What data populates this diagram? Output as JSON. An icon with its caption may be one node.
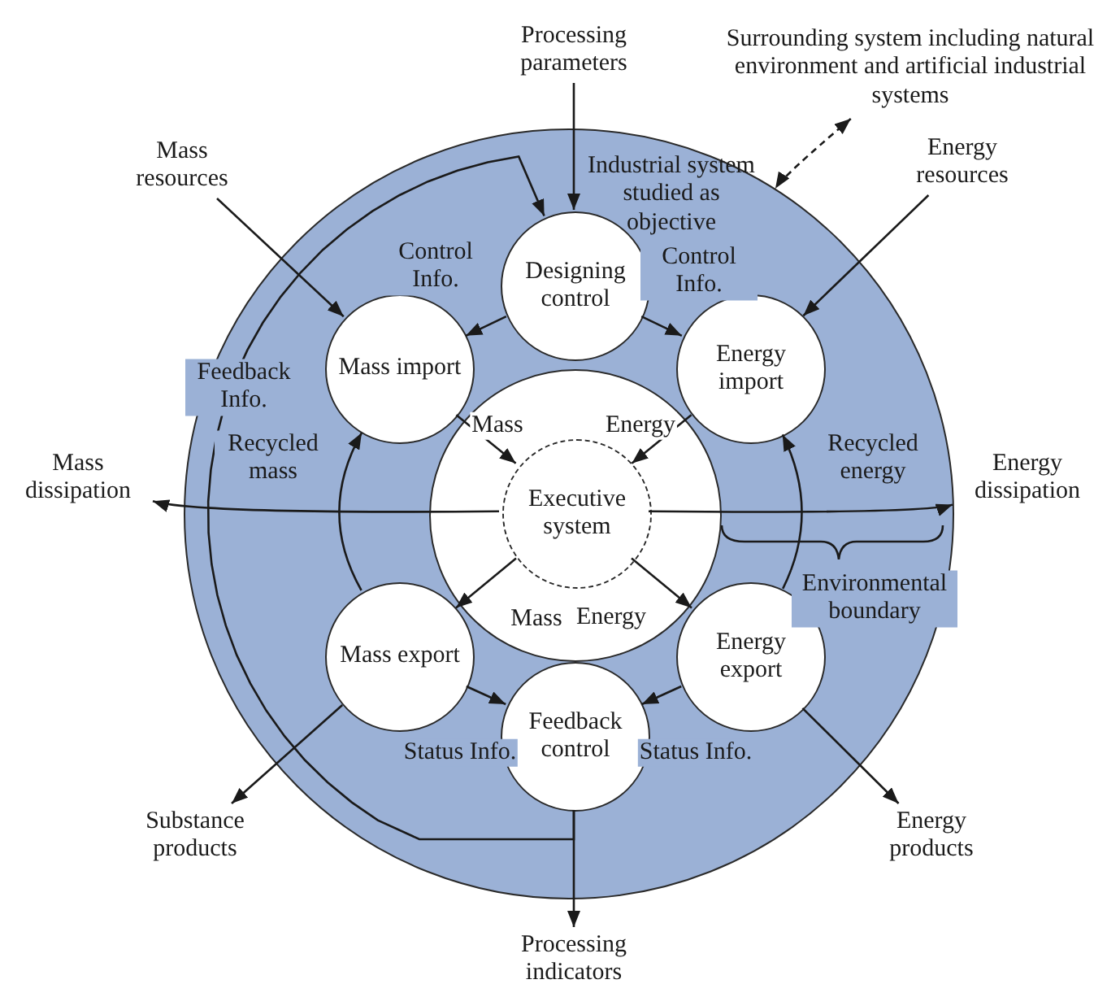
{
  "diagram": {
    "nodes": [
      {
        "text": [
          "Processing parameters"
        ]
      },
      {
        "text": [
          "Surrounding system including natural environment and artificial industrial systems"
        ]
      },
      {
        "text": [
          "Industrial system studied as objective"
        ]
      },
      {
        "text": [
          "Mass resources"
        ]
      },
      {
        "text": [
          "Energy resources"
        ]
      },
      {
        "text": [
          "Designing control"
        ],
        "in": 2
      },
      {
        "text": [
          "Mass import"
        ],
        "in": 2
      },
      {
        "text": [
          "Energy import"
        ],
        "in": 2
      },
      {
        "text": [],
        "shape": "circle",
        "in": 2
      },
      {
        "text": [
          "Executive system"
        ],
        "in": 8
      },
      {
        "text": [
          "Mass export"
        ],
        "in": 2
      },
      {
        "text": [
          "Energy export"
        ],
        "in": 2
      },
      {
        "text": [
          "Feedback control"
        ],
        "in": 2
      },
      {
        "text": [
          "Mass dissipation"
        ]
      },
      {
        "text": [
          "Energy dissipation"
        ]
      },
      {
        "text": [
          "Substance products"
        ]
      },
      {
        "text": [
          "Energy products"
        ]
      },
      {
        "text": [
          "Processing indicators"
        ]
      }
    ],
    "edges": [
      {
        "from": 0,
        "to": 5,
        "arrow": "to"
      },
      {
        "from": 1,
        "to": 2,
        "arrow": "both",
        "style": "dashed"
      },
      {
        "from": 3,
        "to": 6,
        "arrow": "to"
      },
      {
        "from": 4,
        "to": 7,
        "arrow": "to"
      },
      {
        "from": 5,
        "to": 6,
        "arrow": "to",
        "label": "Control Info."
      },
      {
        "from": 5,
        "to": 7,
        "arrow": "to",
        "label": "Control Info."
      },
      {
        "from": 6,
        "to": 9,
        "arrow": "to",
        "label": "Mass"
      },
      {
        "from": 7,
        "to": 9,
        "arrow": "to",
        "label": "Energy"
      },
      {
        "from": 9,
        "to": 13,
        "arrow": "to"
      },
      {
        "from": 9,
        "to": 14,
        "arrow": "to"
      },
      {
        "from": 9,
        "to": 10,
        "arrow": "to",
        "label": "Mass"
      },
      {
        "from": 9,
        "to": 11,
        "arrow": "to",
        "label": "Energy"
      },
      {
        "from": 10,
        "to": 12,
        "arrow": "to",
        "label": "Status Info."
      },
      {
        "from": 11,
        "to": 12,
        "arrow": "to",
        "label": "Status Info."
      },
      {
        "from": 10,
        "to": 15,
        "arrow": "to"
      },
      {
        "from": 11,
        "to": 16,
        "arrow": "to"
      },
      {
        "from": 12,
        "to": 17,
        "arrow": "to"
      },
      {
        "from": 12,
        "to": 5,
        "arrow": "to",
        "label": "Feedback Info."
      },
      {
        "from": 10,
        "to": 6,
        "arrow": "to",
        "label": "Recycled mass"
      },
      {
        "from": 11,
        "to": 7,
        "arrow": "to",
        "label": "Recycled energy"
      }
    ],
    "labels": [
      "Environmental boundary"
    ]
  }
}
